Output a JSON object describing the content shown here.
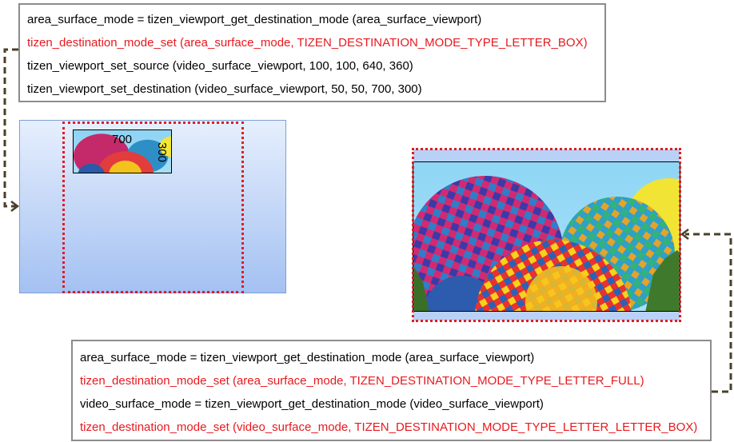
{
  "top_box": {
    "lines": [
      "area_surface_mode = tizen_viewport_get_destination_mode (area_surface_viewport)",
      "tizen_destination_mode_set (area_surface_mode, TIZEN_DESTINATION_MODE_TYPE_LETTER_BOX)",
      "tizen_viewport_set_source (video_surface_viewport, 100, 100, 640, 360)",
      "tizen_viewport_set_destination (video_surface_viewport, 50, 50, 700, 300)"
    ]
  },
  "bottom_box": {
    "lines": [
      "area_surface_mode = tizen_viewport_get_destination_mode (area_surface_viewport)",
      "tizen_destination_mode_set (area_surface_mode, TIZEN_DESTINATION_MODE_TYPE_LETTER_FULL)",
      "video_surface_mode = tizen_viewport_get_destination_mode (video_surface_viewport)",
      "tizen_destination_mode_set (video_surface_mode, TIZEN_DESTINATION_MODE_TYPE_LETTER_LETTER_BOX)"
    ]
  },
  "left_panel": {
    "width_label": "700",
    "height_label": "300"
  },
  "colors": {
    "highlight_text": "#e8191e",
    "dotted_border": "#e01b22",
    "arrow": "#4a3f2a",
    "area_fill": "#a4c1f2"
  },
  "icons": {
    "video_frame": "hot-air-balloons-image"
  }
}
